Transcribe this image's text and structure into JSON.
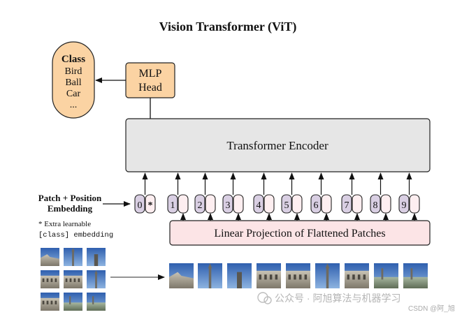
{
  "title": "Vision Transformer (ViT)",
  "class_box": {
    "heading": "Class",
    "items": [
      "Bird",
      "Ball",
      "Car",
      "..."
    ]
  },
  "mlp_head": {
    "line1": "MLP",
    "line2": "Head"
  },
  "encoder": {
    "label": "Transformer Encoder"
  },
  "projection": {
    "label": "Linear Projection of Flattened Patches"
  },
  "embedding_label": {
    "line1": "Patch + Position",
    "line2": "Embedding"
  },
  "note": {
    "line1": "* Extra learnable",
    "line2": "[class] embedding"
  },
  "tokens": [
    "0",
    "1",
    "2",
    "3",
    "4",
    "5",
    "6",
    "7",
    "8",
    "9"
  ],
  "class_token_symbol": "*",
  "watermark": {
    "account": "公众号 · 阿旭算法与机器学习",
    "credit": "CSDN @阿_旭"
  },
  "colors": {
    "orange": "#fbd3a3",
    "encoder_gray": "#e6e6e6",
    "projection_pink": "#fce4e6",
    "position_purple": "#d9cfe3",
    "patch_pink": "#fdeef0"
  }
}
